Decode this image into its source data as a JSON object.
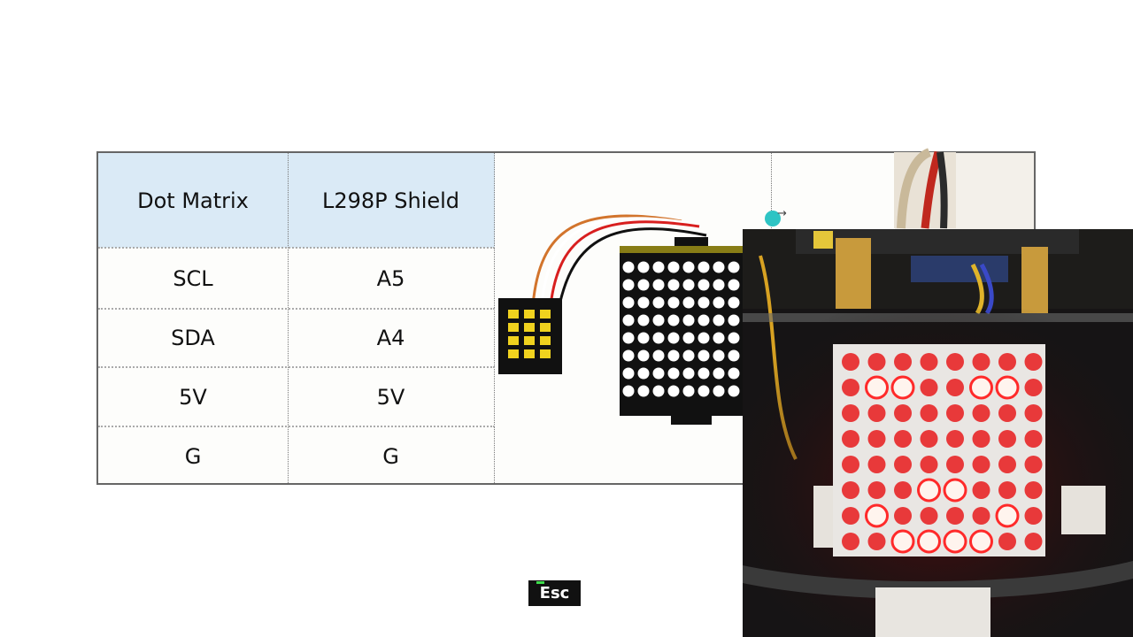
{
  "table": {
    "headers": [
      "Dot Matrix",
      "L298P Shield"
    ],
    "rows": [
      [
        "SCL",
        "A5"
      ],
      [
        "SDA",
        "A4"
      ],
      [
        "5V",
        "5V"
      ],
      [
        "G",
        "G"
      ]
    ]
  },
  "illustration": {
    "matrix_rows": 8,
    "matrix_cols": 8,
    "wire_colors": [
      "#d2742c",
      "#ffffff",
      "#d81f1f",
      "#111111"
    ]
  },
  "camera": {
    "led_color": "#ff2a2a",
    "lit_pattern": [
      "00000000",
      "01100110",
      "00000000",
      "00000000",
      "00000000",
      "00011000",
      "01000010",
      "00111100"
    ]
  },
  "overlay": {
    "esc_label": "Esc"
  },
  "colors": {
    "header_bg": "#daeaf6",
    "cursor": "#2ec4c4"
  }
}
